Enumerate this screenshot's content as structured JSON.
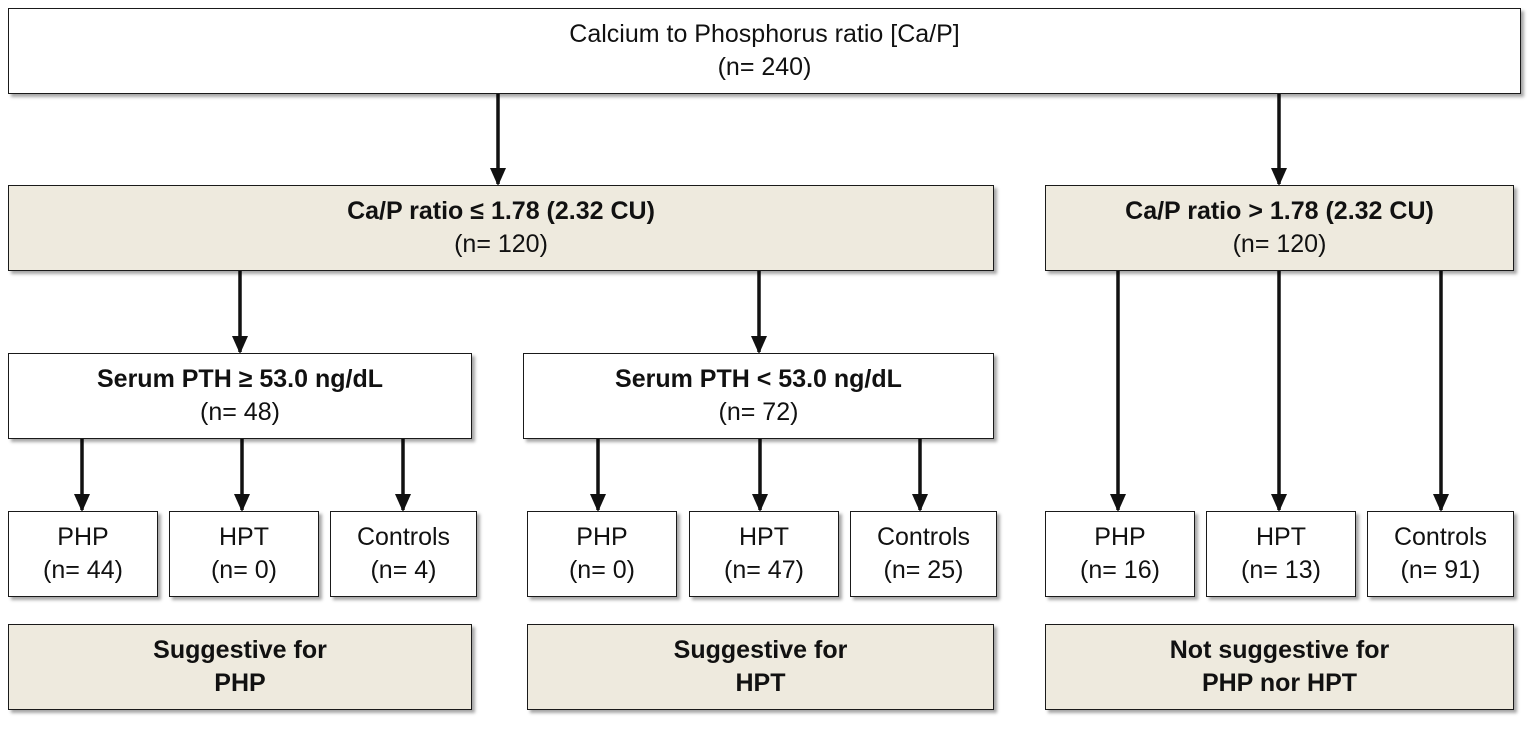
{
  "root": {
    "title": "Calcium to Phosphorus ratio [Ca/P]",
    "n": "(n= 240)"
  },
  "branch_low": {
    "title": "Ca/P ratio ≤ 1.78 (2.32 CU)",
    "n": "(n= 120)"
  },
  "branch_high": {
    "title": "Ca/P ratio > 1.78 (2.32 CU)",
    "n": "(n= 120)"
  },
  "pth_high": {
    "title": "Serum PTH ≥ 53.0 ng/dL",
    "n": "(n= 48)"
  },
  "pth_low": {
    "title": "Serum PTH < 53.0 ng/dL",
    "n": "(n= 72)"
  },
  "leaves": [
    {
      "label": "PHP",
      "n": "(n= 44)"
    },
    {
      "label": "HPT",
      "n": "(n= 0)"
    },
    {
      "label": "Controls",
      "n": "(n= 4)"
    },
    {
      "label": "PHP",
      "n": "(n= 0)"
    },
    {
      "label": "HPT",
      "n": "(n= 47)"
    },
    {
      "label": "Controls",
      "n": "(n= 25)"
    },
    {
      "label": "PHP",
      "n": "(n= 16)"
    },
    {
      "label": "HPT",
      "n": "(n= 13)"
    },
    {
      "label": "Controls",
      "n": "(n= 91)"
    }
  ],
  "conclusions": [
    {
      "line1": "Suggestive for",
      "line2": "PHP"
    },
    {
      "line1": "Suggestive for",
      "line2": "HPT"
    },
    {
      "line1": "Not suggestive for",
      "line2": "PHP nor HPT"
    }
  ],
  "colors": {
    "tint": "#eeeade",
    "border": "#1a1a1a"
  }
}
